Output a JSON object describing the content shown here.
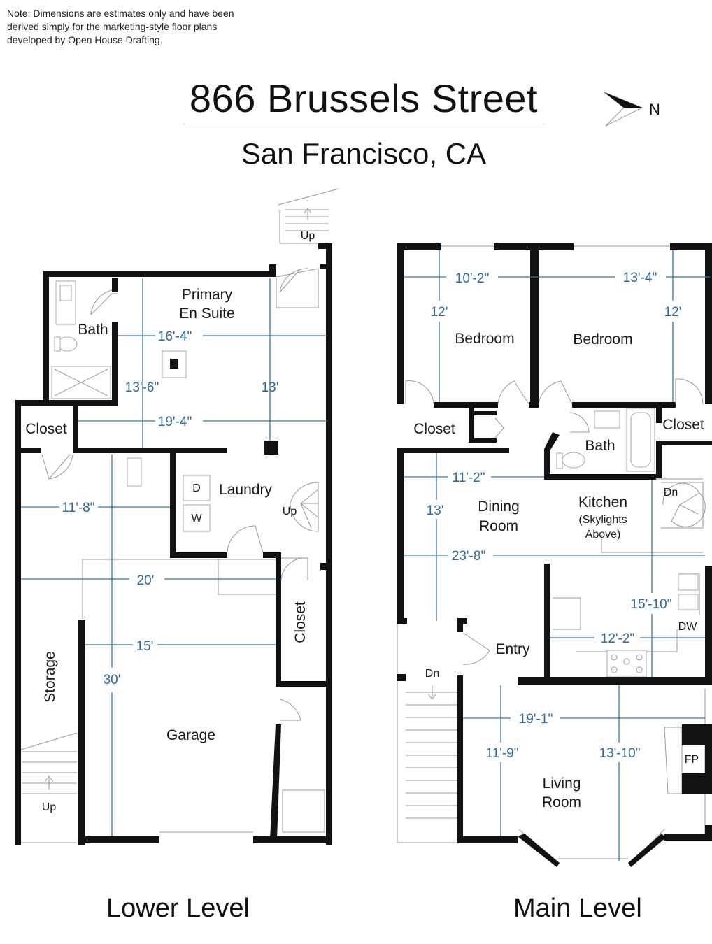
{
  "note": "Note: Dimensions are estimates only and have been derived simply for the marketing-style floor plans developed by Open House Drafting.",
  "title": "866 Brussels Street",
  "subtitle": "San Francisco, CA",
  "compass": {
    "label": "N",
    "icon": "north-arrow-icon"
  },
  "lower": {
    "level_label": "Lower Level",
    "rooms": {
      "bath": "Bath",
      "primary_1": "Primary",
      "primary_2": "En Suite",
      "closet_left": "Closet",
      "laundry": "Laundry",
      "dryer": "D",
      "washer": "W",
      "closet_right": "Closet",
      "storage": "Storage",
      "garage": "Garage",
      "up_top": "Up",
      "up_stairs": "Up",
      "up_bottom": "Up"
    },
    "dims": {
      "suite_width": "16'-4\"",
      "suite_depth_left": "13'-6\"",
      "suite_depth_right": "13'",
      "suite_total": "19'-4\"",
      "storage_width": "11'-8\"",
      "garage_width": "20'",
      "garage_inner": "15'",
      "garage_depth": "30'"
    }
  },
  "main": {
    "level_label": "Main Level",
    "rooms": {
      "bedroom_1": "Bedroom",
      "bedroom_2": "Bedroom",
      "closet_1": "Closet",
      "bath": "Bath",
      "closet_2": "Closet",
      "dining_1": "Dining",
      "dining_2": "Room",
      "kitchen": "Kitchen",
      "skylights_1": "(Skylights",
      "skylights_2": "Above)",
      "dn_stairs": "Dn",
      "dw": "DW",
      "entry": "Entry",
      "dn_entry": "Dn",
      "living_1": "Living",
      "living_2": "Room",
      "fp": "FP"
    },
    "dims": {
      "bed1_width": "10'-2\"",
      "bed2_width": "13'-4\"",
      "bed1_depth": "12'",
      "bed2_depth": "12'",
      "dining_width": "11'-2\"",
      "dining_depth": "13'",
      "total_width": "23'-8\"",
      "kitchen_depth": "15'-10\"",
      "kitchen_width": "12'-2\"",
      "living_width": "19'-1\"",
      "living_depth_left": "11'-9\"",
      "living_depth_right": "13'-10\""
    }
  }
}
